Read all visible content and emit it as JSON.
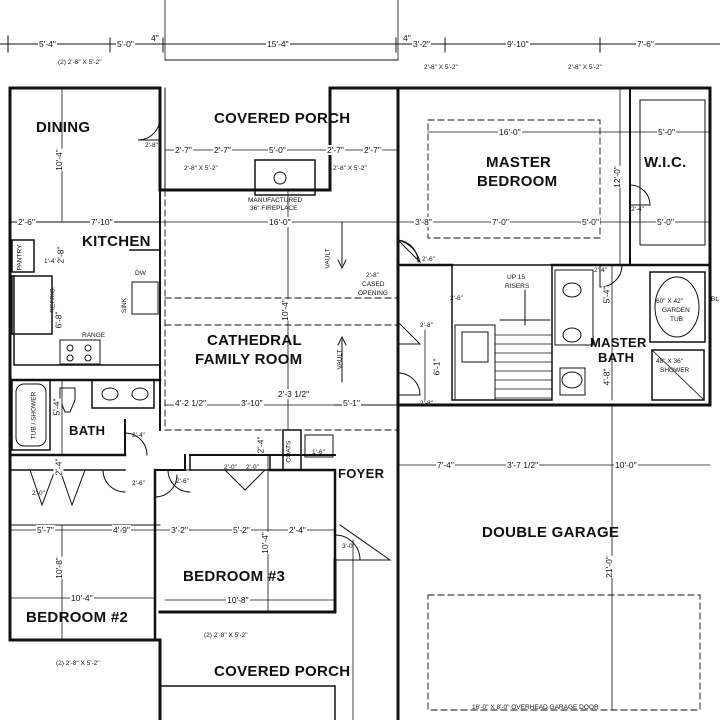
{
  "rooms": {
    "dining": "DINING",
    "covered_porch_top": "COVERED PORCH",
    "master_bedroom_l1": "MASTER",
    "master_bedroom_l2": "BEDROOM",
    "wic": "W.I.C.",
    "kitchen": "KITCHEN",
    "cathedral_l1": "CATHEDRAL",
    "cathedral_l2": "FAMILY ROOM",
    "master_bath_l1": "MASTER",
    "master_bath_l2": "BATH",
    "bath": "BATH",
    "foyer": "FOYER",
    "double_garage": "DOUBLE GARAGE",
    "bedroom3": "BEDROOM #3",
    "bedroom2": "BEDROOM #2",
    "covered_porch_bottom": "COVERED PORCH"
  },
  "dimensions_top": [
    "5'-4\"",
    "5'-0\"",
    "4\"",
    "15'-4\"",
    "4\"",
    "3'-2\"",
    "9'-10\"",
    "7'-6\""
  ],
  "dimensions_inner": {
    "porch_row": [
      "2'-7\"",
      "2'-7\"",
      "5'-0\"",
      "2'-7\"",
      "2'-7\""
    ],
    "master_width": "16'-0\"",
    "wic_width": "5'-0\"",
    "kitchen_row": [
      "2'-6\"",
      "7'-10\"",
      "16'-0\"",
      "3'-8\"",
      "7'-0\"",
      "5'-0\"",
      "5'-0\""
    ],
    "family_row": [
      "4'-2 1/2\"",
      "3'-10\"",
      "2'-3 1/2\"",
      "5'-1\""
    ],
    "garage_row": [
      "7'-4\"",
      "3'-7 1/2\"",
      "10'-0\""
    ],
    "bedroom_row": [
      "5'-7\"",
      "4'-9\"",
      "3'-2\"",
      "5'-2\"",
      "2'-4\""
    ],
    "bedroom3_width": "10'-8\"",
    "bedroom2_width": "10'-4\""
  },
  "dimensions_vertical": {
    "dining": "10'-4\"",
    "family": "10'-4\"",
    "master": "12'-0\"",
    "bath": "5'-4\"",
    "master_bath_a": "5'-4\"",
    "master_bath_b": "4'-8\"",
    "stair": "6'-1\"",
    "bed2": "10'-8\"",
    "bed3": "10'-4\"",
    "garage": "21'-0\"",
    "hall": "2'-4\"",
    "hall2": "2'-4\"",
    "kitchen_small": "6'-8\"",
    "pantry": "2'-8\"",
    "door_wic": "2'-4\""
  },
  "notes": {
    "window_dining": "(2) 2'-8\" X 5'-2\"",
    "window_porch_l": "2'-8\" X 5'-2\"",
    "window_porch_r": "2'-8\" X 5'-2\"",
    "window_master_l": "2'-8\" X 5'-2\"",
    "window_master_r": "2'-8\" X 5'-2\"",
    "fireplace_l1": "MANUFACTURED",
    "fireplace_l2": "36\" FIREPLACE",
    "cased_l1": "2'-8\"",
    "cased_l2": "CASED",
    "cased_l3": "OPENING",
    "vault": "VAULT",
    "stairs_l1": "UP 15",
    "stairs_l2": "RISERS",
    "tub_l1": "60\" X 42\"",
    "tub_l2": "GARDEN",
    "tub_l3": "TUB",
    "shower_l1": "48\" X 36\"",
    "shower_l2": "SHOWER",
    "tub_shower": "TUB / SHOWER",
    "pantry": "PANTRY",
    "refrig": "REFRIG.",
    "dw": "DW",
    "sink": "SINK",
    "range": "RANGE",
    "coats": "COATS",
    "window_bed3": "(2) 2'-8\" X 5'-2\"",
    "window_bed2": "(2) 2'-8\" X 5'-2\"",
    "garage_door": "16'-0\" X 8'-0\" OVERHEAD GARAGE DOOR",
    "edge_bl": "BL",
    "door_2_8": "2'-8\"",
    "door_2_6": "2'-6\"",
    "door_2_0": "2'-0\"",
    "door_1_6": "1'-6\"",
    "door_2_4": "2'-4\"",
    "door_3_0": "3'-0\"",
    "door_1_4": "1'-4\""
  }
}
